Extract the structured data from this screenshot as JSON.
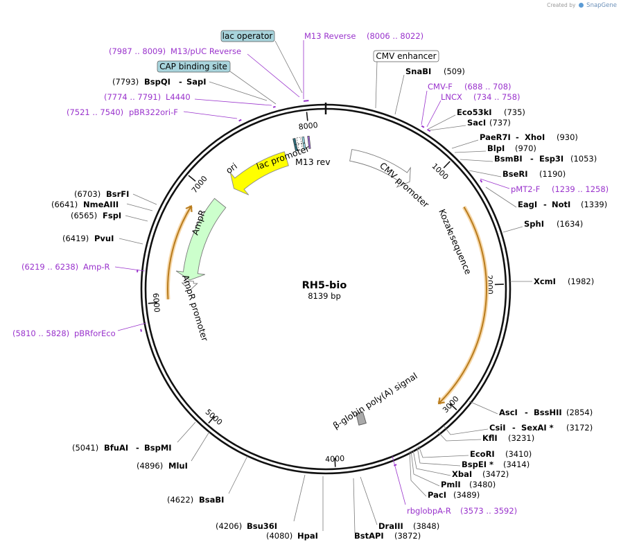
{
  "credit": {
    "prefix": "Created by",
    "brand": "SnapGene"
  },
  "plasmid": {
    "name": "RH5-bio",
    "size": 8139,
    "size_label": "8139 bp"
  },
  "ticks": [
    {
      "bp": 1000,
      "label": "1000"
    },
    {
      "bp": 2000,
      "label": "2000"
    },
    {
      "bp": 3000,
      "label": "3000"
    },
    {
      "bp": 4000,
      "label": "4000"
    },
    {
      "bp": 5000,
      "label": "5000"
    },
    {
      "bp": 6000,
      "label": "6000"
    },
    {
      "bp": 7000,
      "label": "7000"
    },
    {
      "bp": 8000,
      "label": "8000"
    }
  ],
  "sites": [
    {
      "name": "SnaBI",
      "pos": "(509)",
      "bp": 509
    },
    {
      "name": "Eco53kI",
      "pos": "(735)",
      "bp": 735
    },
    {
      "name": "SacI",
      "pos": "(737)",
      "bp": 737
    },
    {
      "name": "PaeR7I",
      "name2": "XhoI",
      "pos": "(930)",
      "bp": 930
    },
    {
      "name": "BlpI",
      "pos": "(970)",
      "bp": 970
    },
    {
      "name": "BsmBI",
      "name2": "Esp3I",
      "pos": "(1053)",
      "bp": 1053
    },
    {
      "name": "BseRI",
      "pos": "(1190)",
      "bp": 1190
    },
    {
      "name": "EagI",
      "name2": "NotI",
      "pos": "(1339)",
      "bp": 1339
    },
    {
      "name": "SphI",
      "pos": "(1634)",
      "bp": 1634
    },
    {
      "name": "XcmI",
      "pos": "(1982)",
      "bp": 1982
    },
    {
      "name": "AscI",
      "name2": "BssHII",
      "pos": "(2854)",
      "bp": 2854
    },
    {
      "name": "CsiI",
      "name2": "SexAI *",
      "pos": "(3172)",
      "bp": 3172
    },
    {
      "name": "KflI",
      "pos": "(3231)",
      "bp": 3231
    },
    {
      "name": "EcoRI",
      "pos": "(3410)",
      "bp": 3410
    },
    {
      "name": "BspEI *",
      "pos": "(3414)",
      "bp": 3414
    },
    {
      "name": "XbaI",
      "pos": "(3472)",
      "bp": 3472
    },
    {
      "name": "PmlI",
      "pos": "(3480)",
      "bp": 3480
    },
    {
      "name": "PacI",
      "pos": "(3489)",
      "bp": 3489
    },
    {
      "name": "DraIII",
      "pos": "(3848)",
      "bp": 3848
    },
    {
      "name": "BstAPI",
      "pos": "(3872)",
      "bp": 3872
    },
    {
      "name": "HpaI",
      "pos": "(4080)",
      "bp": 4080
    },
    {
      "name": "Bsu36I",
      "pos": "(4206)",
      "bp": 4206
    },
    {
      "name": "BsaBI",
      "pos": "(4622)",
      "bp": 4622
    },
    {
      "name": "MluI",
      "pos": "(4896)",
      "bp": 4896
    },
    {
      "name": "BfuAI",
      "name2": "BspMI",
      "pos": "(5041)",
      "bp": 5041
    },
    {
      "name": "PvuI",
      "pos": "(6419)",
      "bp": 6419
    },
    {
      "name": "FspI",
      "pos": "(6565)",
      "bp": 6565
    },
    {
      "name": "NmeAIII",
      "pos": "(6641)",
      "bp": 6641
    },
    {
      "name": "BsrFI",
      "pos": "(6703)",
      "bp": 6703
    },
    {
      "name": "SapI",
      "name2": "BspQI",
      "pos": "(7793)",
      "bp": 7793
    }
  ],
  "primers": [
    {
      "name": "CMV-F",
      "range": "(688 .. 708)",
      "start": 688,
      "end": 708
    },
    {
      "name": "LNCX",
      "range": "(734 .. 758)",
      "start": 734,
      "end": 758
    },
    {
      "name": "pMT2-F",
      "range": "(1239 .. 1258)",
      "start": 1239,
      "end": 1258
    },
    {
      "name": "rbglobpA-R",
      "range": "(3573 .. 3592)",
      "start": 3573,
      "end": 3592
    },
    {
      "name": "pBRforEco",
      "range": "(5810 .. 5828)",
      "start": 5810,
      "end": 5828
    },
    {
      "name": "Amp-R",
      "range": "(6219 .. 6238)",
      "start": 6219,
      "end": 6238
    },
    {
      "name": "pBR322ori-F",
      "range": "(7521 .. 7540)",
      "start": 7521,
      "end": 7540
    },
    {
      "name": "L4440",
      "range": "(7774 .. 7791)",
      "start": 7774,
      "end": 7791
    },
    {
      "name": "M13/pUC Reverse",
      "range": "(7987 .. 8009)",
      "start": 7987,
      "end": 8009
    },
    {
      "name": "M13 Reverse",
      "range": "(8006 .. 8022)",
      "start": 8006,
      "end": 8022
    }
  ],
  "features": [
    {
      "name": "CMV promoter",
      "start": 240,
      "end": 860,
      "color": "#ffffff"
    },
    {
      "name": "Kozak sequence",
      "start": 1480,
      "end": 1500,
      "color": "#ffffff"
    },
    {
      "name": "β-globin poly(A) signal",
      "start": 3690,
      "end": 3760,
      "color": "#a9a9a9"
    },
    {
      "name": "AmpR promoter",
      "start": 6090,
      "end": 6180,
      "color": "#ffffff"
    },
    {
      "name": "AmpR",
      "start": 6190,
      "end": 6990,
      "color": "#ccffcc"
    },
    {
      "name": "ori",
      "start": 7180,
      "end": 7760,
      "color": "#ffff00"
    },
    {
      "name": "lac promoter",
      "start": 7893,
      "end": 7925,
      "color": "#ffffff"
    },
    {
      "name": "lac operator",
      "start": 7938,
      "end": 7955,
      "color": "#8fc9d6"
    },
    {
      "name": "M13 rev",
      "start": 7985,
      "end": 8000,
      "color": "#9966cc"
    },
    {
      "name": "CAP binding site",
      "start": 7860,
      "end": 7880,
      "color": "#2f6a78"
    },
    {
      "name": "CMV enhancer",
      "start": 7,
      "end": 300,
      "color": "#ffffff"
    }
  ],
  "orange_arcs": [
    {
      "start": 1340,
      "end": 3060,
      "direction": "cw"
    },
    {
      "start": 6020,
      "end": 6820,
      "direction": "cw"
    }
  ],
  "colors": {
    "enzyme": "#000000",
    "primer": "#9932cc",
    "orange": "#e8a33c",
    "boxed": "#a8d4dc"
  }
}
